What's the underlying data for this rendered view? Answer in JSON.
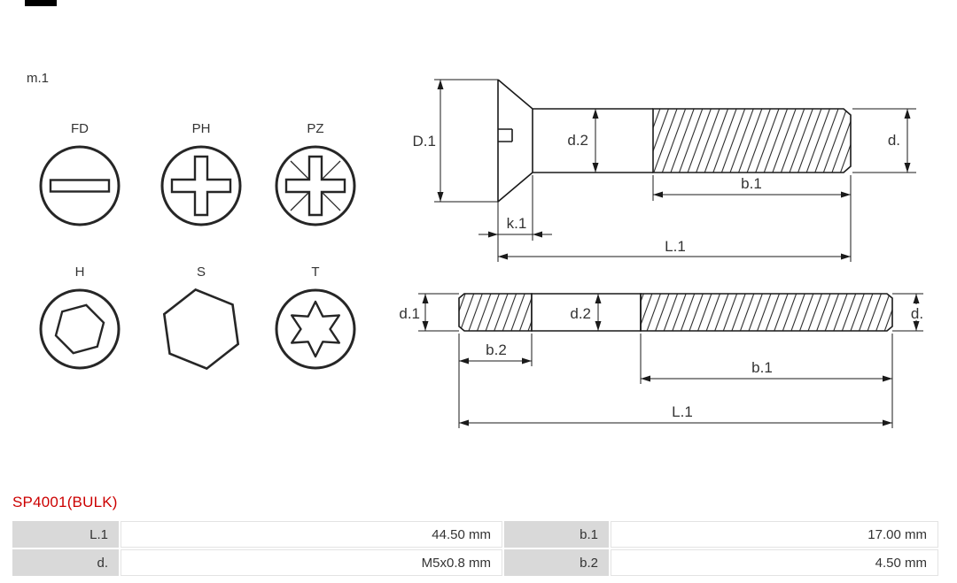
{
  "header": {
    "variant_label": "m.1"
  },
  "drive_types": {
    "fd": "FD",
    "ph": "PH",
    "pz": "PZ",
    "h": "H",
    "s": "S",
    "t": "T"
  },
  "diagram": {
    "dim_labels": {
      "D1": "D.1",
      "d1": "d.1",
      "d2": "d.2",
      "d": "d.",
      "b1": "b.1",
      "b2": "b.2",
      "k1": "k.1",
      "L1": "L.1"
    }
  },
  "product": {
    "part_number": "SP4001(BULK)"
  },
  "spec_table": {
    "rows": [
      {
        "label_a": "L.1",
        "value_a": "44.50 mm",
        "label_b": "b.1",
        "value_b": "17.00 mm"
      },
      {
        "label_a": "d.",
        "value_a": "M5x0.8 mm",
        "label_b": "b.2",
        "value_b": "4.50 mm"
      }
    ]
  },
  "colors": {
    "line": "#1a1a1a",
    "text": "#333333",
    "part_number_red": "#cc0000",
    "table_label_bg": "#d9d9d9"
  }
}
